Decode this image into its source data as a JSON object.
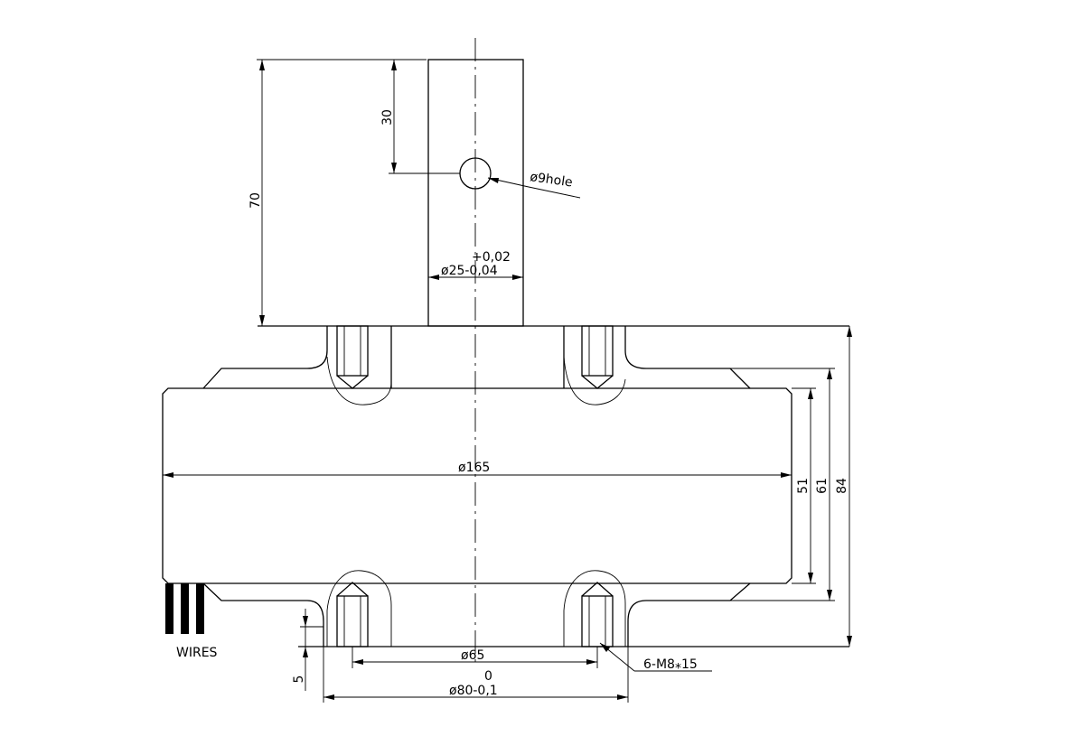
{
  "labels": {
    "shaft_height": "70",
    "hole_position": "30",
    "hole": "ø9hole",
    "shaft_tol_upper": "+0,02",
    "shaft_diameter": "ø25-0,04",
    "body_diameter": "ø165",
    "dim_51": "51",
    "dim_61": "61",
    "dim_84": "84",
    "bolt_circle": "ø65",
    "flange_tol_upper": "0",
    "flange_diameter": "ø80-0,1",
    "thread": "6-M8⁎15",
    "flange_thickness": "5",
    "wires": "WIRES"
  },
  "colors": {
    "stroke": "#000000",
    "background": "#ffffff"
  }
}
